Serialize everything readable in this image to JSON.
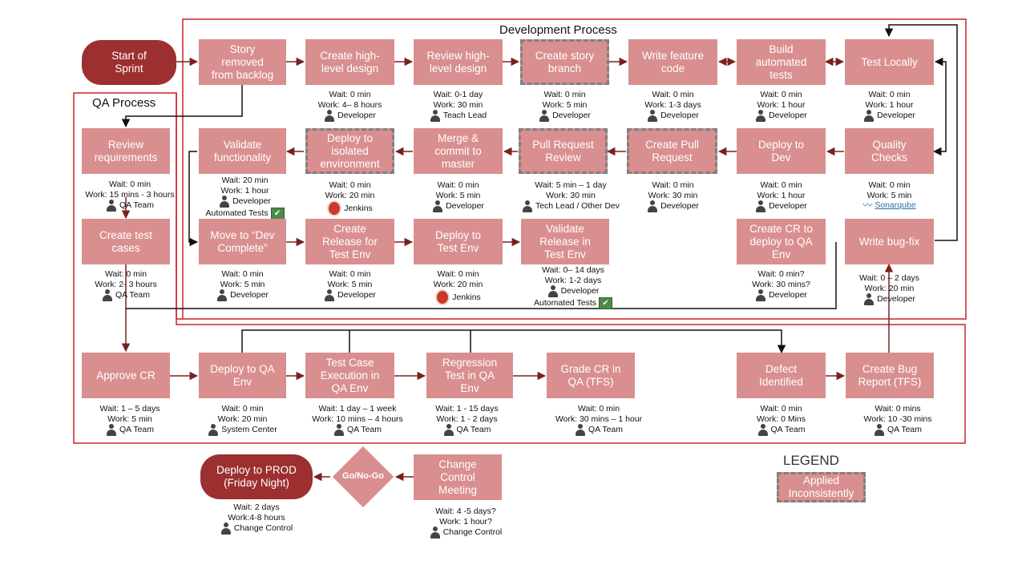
{
  "titles": {
    "dev": "Development Process",
    "qa": "QA Process",
    "legend": "LEGEND"
  },
  "nodes": {
    "start": {
      "label": "Start of\nSprint"
    },
    "story_removed": {
      "label": "Story\nremoved\nfrom backlog"
    },
    "hl_design": {
      "label": "Create high-\nlevel design",
      "wait": "Wait: 0 min",
      "work": "Work: 4– 8 hours",
      "role": "Developer"
    },
    "review_design": {
      "label": "Review high-\nlevel design",
      "wait": "Wait: 0-1 day",
      "work": "Work: 30 min",
      "role": "Teach Lead"
    },
    "story_branch": {
      "label": "Create story\nbranch",
      "wait": "Wait: 0 min",
      "work": "Work: 5 min",
      "role": "Developer"
    },
    "feature_code": {
      "label": "Write feature\ncode",
      "wait": "Wait: 0 min",
      "work": "Work: 1-3 days",
      "role": "Developer"
    },
    "auto_tests": {
      "label": "Build\nautomated\ntests",
      "wait": "Wait: 0 min",
      "work": "Work: 1 hour",
      "role": "Developer"
    },
    "test_locally": {
      "label": "Test Locally",
      "wait": "Wait: 0 min",
      "work": "Work: 1 hour",
      "role": "Developer"
    },
    "quality_checks": {
      "label": "Quality\nChecks",
      "wait": "Wait: 0 min",
      "work": "Work: 5 min",
      "tool": "Sonarqube"
    },
    "deploy_dev": {
      "label": "Deploy to\nDev",
      "wait": "Wait: 0 min",
      "work": "Work: 1 hour",
      "role": "Developer"
    },
    "create_pr": {
      "label": "Create Pull\nRequest",
      "wait": "Wait: 0 min",
      "work": "Work: 30 min",
      "role": "Developer"
    },
    "pr_review": {
      "label": "Pull Request\nReview",
      "wait": "Wait: 5 min – 1 day",
      "work": "Work: 30 min",
      "role": "Tech Lead / Other Dev"
    },
    "merge": {
      "label": "Merge &\ncommit to\nmaster",
      "wait": "Wait: 0 min",
      "work": "Work: 5 min",
      "role": "Developer"
    },
    "deploy_isolated": {
      "label": "Deploy to\nisolated\nenvironment",
      "wait": "Wait: 0 min",
      "work": "Work: 20 min",
      "role": "Jenkins"
    },
    "validate_func": {
      "label": "Validate\nfunctionality",
      "wait": "Wait: 20 min",
      "work": "Work: 1 hour",
      "role": "Developer",
      "role2": "Automated Tests"
    },
    "dev_complete": {
      "label": "Move to “Dev\nComplete”",
      "wait": "Wait: 0 min",
      "work": "Work: 5 min",
      "role": "Developer"
    },
    "create_release": {
      "label": "Create\nRelease for\nTest Env",
      "wait": "Wait: 0 min",
      "work": "Work: 5 min",
      "role": "Developer"
    },
    "deploy_test": {
      "label": "Deploy to\nTest Env",
      "wait": "Wait: 0 min",
      "work": "Work: 20 min",
      "role": "Jenkins"
    },
    "validate_release": {
      "label": "Validate\nRelease in\nTest Env",
      "wait": "Wait: 0– 14 days",
      "work": "Work: 1-2 days",
      "role": "Developer",
      "role2": "Automated Tests"
    },
    "create_cr": {
      "label": "Create CR to\ndeploy to QA\nEnv",
      "wait": "Wait: 0 min?",
      "work": "Work: 30  mins?",
      "role": "Developer"
    },
    "bug_fix": {
      "label": "Write bug-fix",
      "wait": "Wait: 0 – 2 days",
      "work": "Work: 20 min",
      "role": "Developer"
    },
    "review_req": {
      "label": "Review\nrequirements",
      "wait": "Wait: 0 min",
      "work": "Work: 15 mins - 3 hours",
      "role": "QA Team"
    },
    "test_cases": {
      "label": "Create test\ncases",
      "wait": "Wait: 0 min",
      "work": "Work: 2- 3 hours",
      "role": "QA Team"
    },
    "approve_cr": {
      "label": "Approve CR",
      "wait": "Wait: 1 – 5 days",
      "work": "Work: 5 min",
      "role": "QA Team"
    },
    "deploy_qa": {
      "label": "Deploy to QA\nEnv",
      "wait": "Wait: 0 min",
      "work": "Work: 20 min",
      "role": "System Center"
    },
    "test_exec": {
      "label": "Test Case\nExecution in\nQA Env",
      "wait": "Wait: 1 day – 1 week",
      "work": "Work: 10 mins – 4 hours",
      "role": "QA Team"
    },
    "regression": {
      "label": "Regression\nTest in QA\nEnv",
      "wait": "Wait: 1 - 15 days",
      "work": "Work:  1 - 2 days",
      "role": "QA Team"
    },
    "grade_cr": {
      "label": "Grade CR in\nQA (TFS)",
      "wait": "Wait: 0 min",
      "work": "Work: 30 mins – 1 hour",
      "role": "QA Team"
    },
    "defect": {
      "label": "Defect\nIdentified",
      "wait": "Wait: 0 min",
      "work": "Work: 0 Mins",
      "role": "QA Team"
    },
    "bug_report": {
      "label": "Create Bug\nReport (TFS)",
      "wait": "Wait: 0 mins",
      "work": "Work:  10 -30 mins",
      "role": "QA Team"
    },
    "change_control": {
      "label": "Change\nControl\nMeeting",
      "wait": "Wait: 4 -5 days?",
      "work": "Work: 1 hour?",
      "role": "Change Control"
    },
    "go_no_go": {
      "label": "Go/No-Go"
    },
    "deploy_prod": {
      "label": "Deploy to PROD\n(Friday Night)",
      "wait": "Wait: 2 days",
      "work": "Work:4-8 hours",
      "role": "Change Control"
    },
    "legend_box": {
      "label": "Applied\nInconsistently"
    }
  },
  "colors": {
    "box_fill": "#d98f8f",
    "terminal_fill": "#9c2f2f",
    "arrow": "#7a2020",
    "section_border": "#cc2222",
    "dashed_border": "#808080"
  }
}
